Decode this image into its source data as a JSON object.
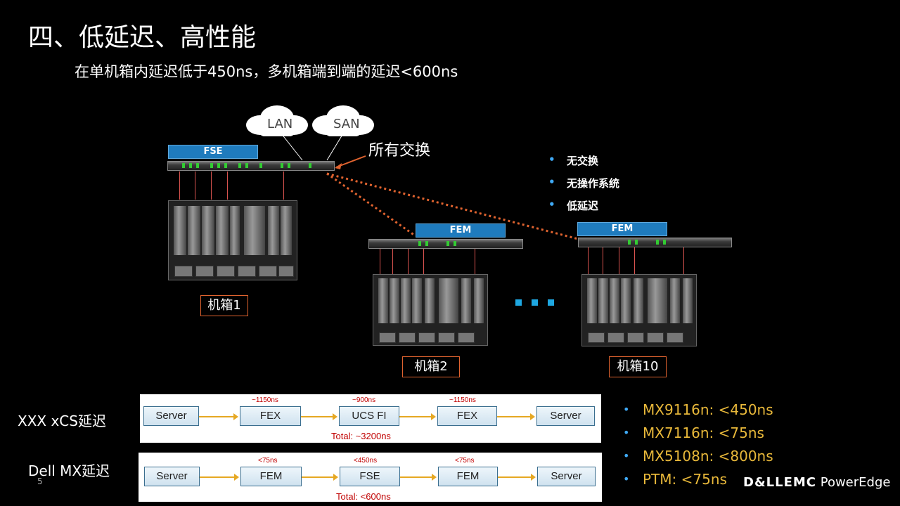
{
  "slide": {
    "title": "四、低延迟、高性能",
    "subtitle": "在单机箱内延迟低于450ns，多机箱端到端的延迟<600ns",
    "page_number": "5"
  },
  "diagram": {
    "clouds": [
      "LAN",
      "SAN"
    ],
    "callout": "所有交换",
    "fse_label": "FSE",
    "fem_label": "FEM",
    "chassis_labels": [
      "机箱1",
      "机箱2",
      "机箱10"
    ],
    "fem_features": [
      "无交换",
      "无操作系统",
      "低延迟"
    ]
  },
  "latency": {
    "rows": [
      {
        "label": "XXX xCS延迟",
        "nodes": [
          "Server",
          "FEX",
          "UCS FI",
          "FEX",
          "Server"
        ],
        "hops": [
          "~1150ns",
          "~900ns",
          "~1150ns"
        ],
        "total": "Total: ~3200ns"
      },
      {
        "label": "Dell MX延迟",
        "nodes": [
          "Server",
          "FEM",
          "FSE",
          "FEM",
          "Server"
        ],
        "hops": [
          "<75ns",
          "<450ns",
          "<75ns"
        ],
        "total": "Total: <600ns"
      }
    ]
  },
  "specs": [
    "MX9116n: <450ns",
    "MX7116n: <75ns",
    "MX5108n: <800ns",
    "PTM: <75ns"
  ],
  "brand": {
    "dell": "D&LLEMC",
    "product": "PowerEdge"
  },
  "colors": {
    "accent_blue": "#1f7bbd",
    "orange": "#e0632f",
    "gold": "#e8b83a",
    "red_text": "#c00000"
  }
}
